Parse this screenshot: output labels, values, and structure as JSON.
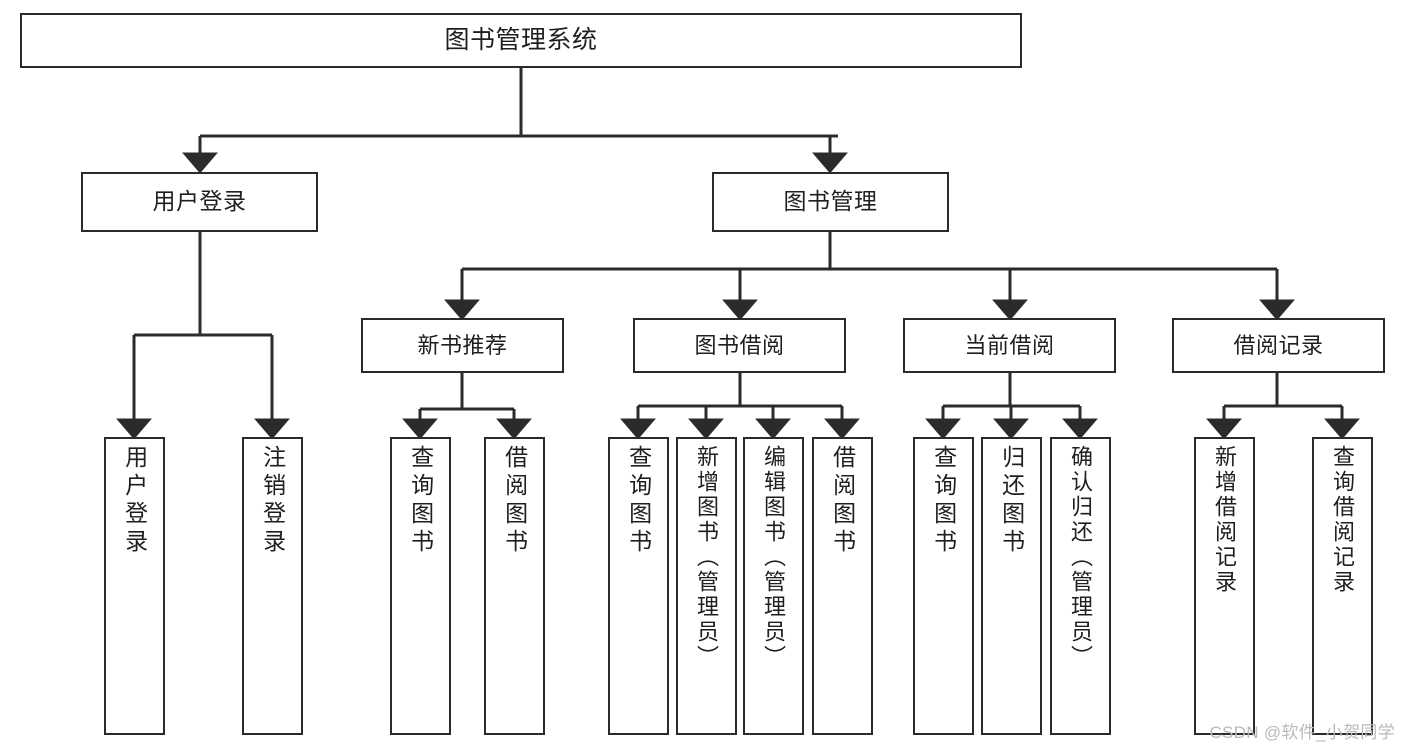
{
  "diagram": {
    "title": "图书管理系统",
    "type": "hierarchy-tree",
    "root": {
      "id": "root",
      "label": "图书管理系统"
    },
    "level1": [
      {
        "id": "user-login",
        "label": "用户登录"
      },
      {
        "id": "book-management",
        "label": "图书管理"
      }
    ],
    "level2": [
      {
        "id": "new-book-recommend",
        "label": "新书推荐",
        "parent": "book-management"
      },
      {
        "id": "book-borrow",
        "label": "图书借阅",
        "parent": "book-management"
      },
      {
        "id": "current-borrow",
        "label": "当前借阅",
        "parent": "book-management"
      },
      {
        "id": "borrow-record",
        "label": "借阅记录",
        "parent": "book-management"
      }
    ],
    "leaves": {
      "user-login": [
        {
          "id": "leaf-user-login",
          "label": "用户登录"
        },
        {
          "id": "leaf-logout",
          "label": "注销登录"
        }
      ],
      "new-book-recommend": [
        {
          "id": "leaf-query-book-1",
          "label": "查询图书"
        },
        {
          "id": "leaf-borrow-book-1",
          "label": "借阅图书"
        }
      ],
      "book-borrow": [
        {
          "id": "leaf-query-book-2",
          "label": "查询图书"
        },
        {
          "id": "leaf-add-book",
          "label": "新增图书（管理员）"
        },
        {
          "id": "leaf-edit-book",
          "label": "编辑图书（管理员）"
        },
        {
          "id": "leaf-borrow-book-2",
          "label": "借阅图书"
        }
      ],
      "current-borrow": [
        {
          "id": "leaf-query-book-3",
          "label": "查询图书"
        },
        {
          "id": "leaf-return-book",
          "label": "归还图书"
        },
        {
          "id": "leaf-confirm-return",
          "label": "确认归还（管理员）"
        }
      ],
      "borrow-record": [
        {
          "id": "leaf-add-record",
          "label": "新增借阅记录"
        },
        {
          "id": "leaf-query-record",
          "label": "查询借阅记录"
        }
      ]
    },
    "colors": {
      "stroke": "#2b2b2b",
      "fill": "#ffffff",
      "text": "#1f1f1f",
      "watermark": "#b9b9b9"
    }
  },
  "watermark": {
    "text": "CSDN @软件_小贺同学"
  }
}
